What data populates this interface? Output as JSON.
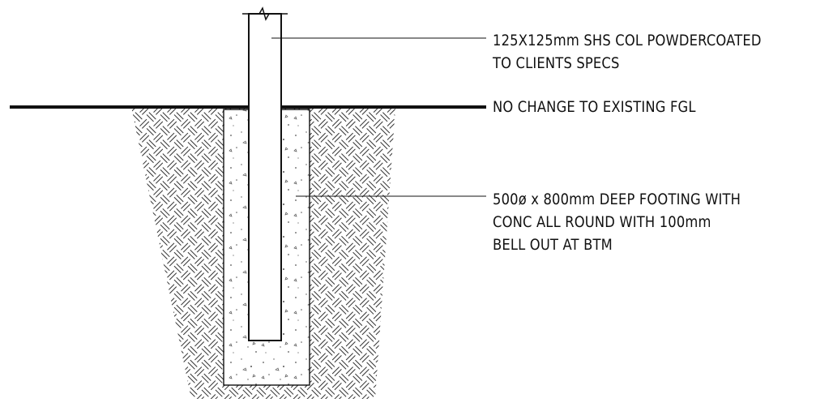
{
  "callouts": {
    "column": {
      "line1": "125X125mm SHS COL POWDERCOATED",
      "line2": "TO CLIENTS SPECS"
    },
    "ground": {
      "line1": "NO CHANGE TO EXISTING FGL"
    },
    "footing": {
      "line1": "500ø x 800mm  DEEP FOOTING WITH",
      "line2": "CONC ALL ROUND WITH 100mm",
      "line3": "BELL OUT AT BTM"
    }
  },
  "colors": {
    "linework": "#111111",
    "background": "#ffffff"
  }
}
